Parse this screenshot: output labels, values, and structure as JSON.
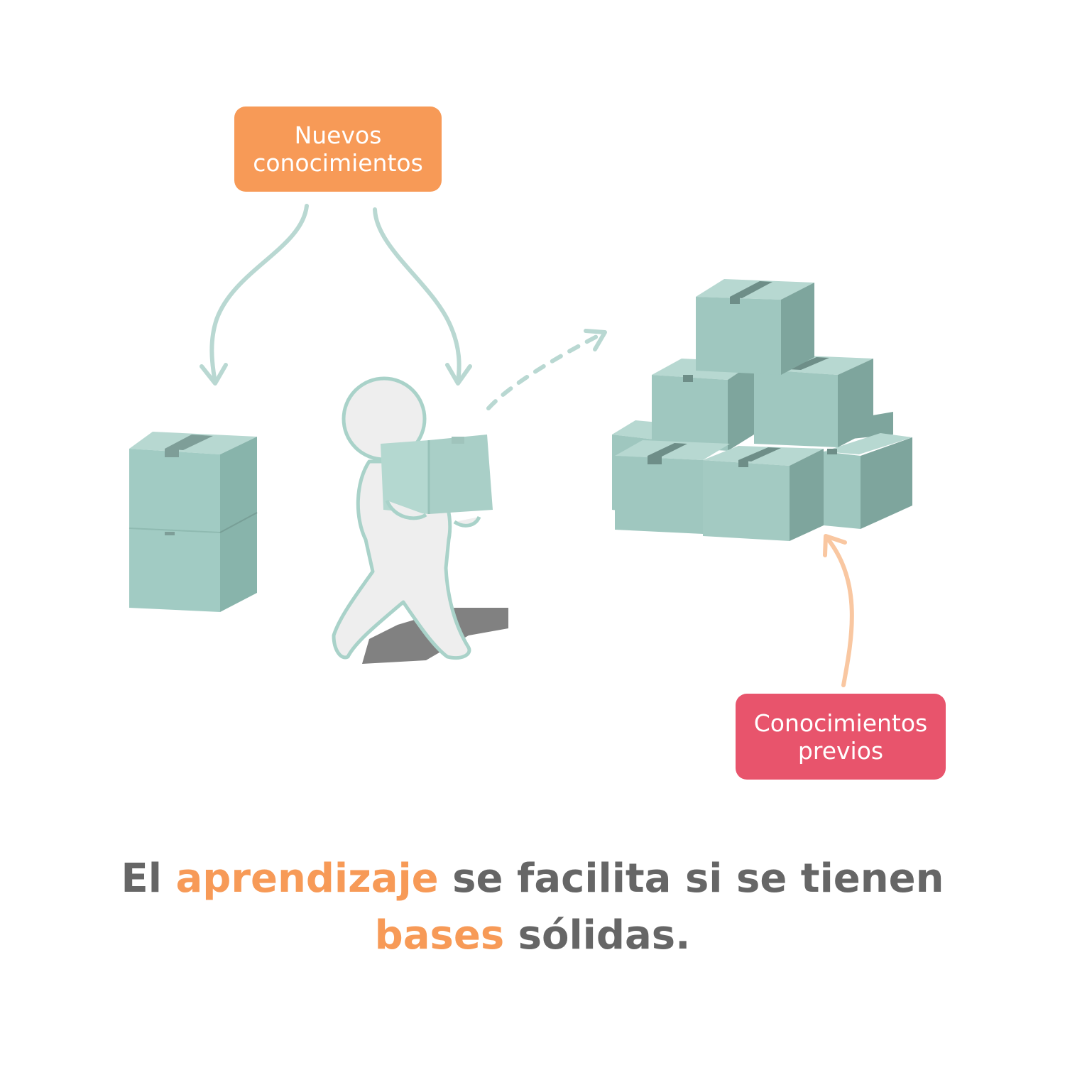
{
  "labels": {
    "new_knowledge": {
      "line1": "Nuevos",
      "line2": "conocimientos"
    },
    "prior_knowledge": {
      "line1": "Conocimientos",
      "line2": "previos"
    }
  },
  "caption": {
    "line1": [
      {
        "text": "El ",
        "highlight": false
      },
      {
        "text": "aprendizaje",
        "highlight": true
      },
      {
        "text": " se facilita si se tienen",
        "highlight": false
      }
    ],
    "line2": [
      {
        "text": "bases",
        "highlight": true
      },
      {
        "text": " sólidas.",
        "highlight": false
      }
    ]
  },
  "colors": {
    "orange": "#f79a57",
    "pink": "#e8546c",
    "caption_gray": "#666666",
    "box_front": "#9fc7bf",
    "box_side": "#7ea59d",
    "box_top": "#b7d8d1",
    "arrow_teal": "#b9d8d2",
    "arrow_peach": "#f9c7a1",
    "figure_fill": "#eeeeee",
    "figure_outline": "#a9d2c9",
    "shadow": "#6b6b6b"
  }
}
